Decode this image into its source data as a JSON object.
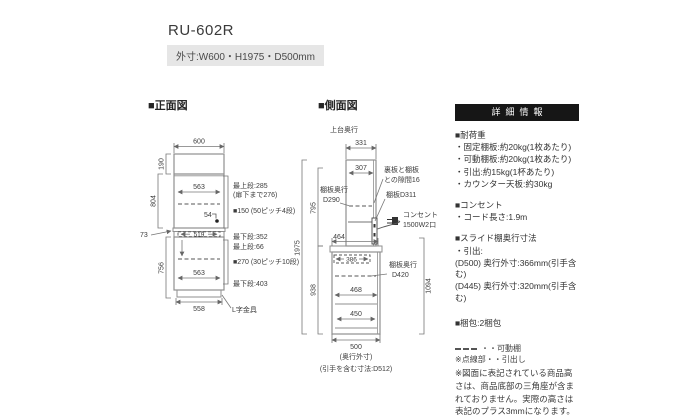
{
  "page": {
    "title": "RU-602R",
    "outer_dims": "外寸:W600・H1975・D500mm"
  },
  "front": {
    "heading": "■正面図",
    "w600": "600",
    "h190": "190",
    "h804": "804",
    "w563_upper": "563",
    "handle54": "54",
    "h73": "73",
    "w519": "519",
    "h756": "756",
    "w563_lower": "563",
    "w558": "558",
    "top_upper": "最上段:285",
    "top_upper_sub": "(扉下まで276)",
    "pitch_upper": "■150 (50ピッチ4段)",
    "bottom_upper": "最下段:352",
    "top_lower": "最上段:66",
    "pitch_lower": "■270 (30ピッチ10段)",
    "bottom_lower": "最下段:403",
    "bracket": "L字金具"
  },
  "side": {
    "heading": "■側面図",
    "top_depth_label": "上台奥行",
    "d331": "331",
    "d307": "307",
    "shelf290_label": "棚板奥行",
    "shelf290": "D290",
    "gap_line1": "裏板と棚板",
    "gap_line2": "との隙間16",
    "shelf311": "棚板D311",
    "outlet_line1": "コンセント",
    "outlet_line2": "1500W2口",
    "h1975": "1975",
    "h795": "795",
    "d464": "464",
    "d386": "386",
    "shelf420_label": "棚板奥行",
    "shelf420": "D420",
    "h938": "938",
    "h1094": "1094",
    "d468": "468",
    "d450": "450",
    "d500": "500",
    "note_depth": "(奥行外寸)",
    "note_handle": "(引手を含む寸法:D512)"
  },
  "info": {
    "header": "詳細情報",
    "load_title": "■耐荷重",
    "load_items": [
      "・固定棚板:約20kg(1枚あたり)",
      "・可動棚板:約20kg(1枚あたり)",
      "・引出:約15kg(1杯あたり)",
      "・カウンター天板:約30kg"
    ],
    "outlet_title": "■コンセント",
    "outlet_item": "・コード長さ:1.9m",
    "slide_title": "■スライド棚奥行寸法",
    "slide_sub": "・引出:",
    "slide_items": [
      "(D500) 奥行外寸:366mm(引手含む)",
      "(D445) 奥行外寸:320mm(引手含む)"
    ],
    "pack": "■梱包:2梱包",
    "legend_movable": "・・可動棚",
    "legend_dotted": "※点線部・・引出し",
    "footnote": "※図面に表記されている商品高さは、商品底部の三角座が含まれておりません。実際の高さは表記のプラス3mmになります。"
  }
}
